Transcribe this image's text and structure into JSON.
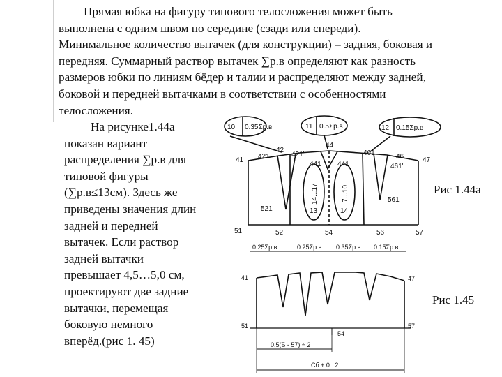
{
  "paragraph1": [
    "Прямая юбка на фигуру типового телосложения может быть",
    "выполнена с одним швом по середине (сзади или спереди).",
    "Минимальное количество вытачек (для конструкции) – задняя, боковая и",
    "передняя. Суммарный раствор вытачек ∑р.в определяют как разность",
    "размеров юбки по линиям бёдер и талии и распределяют между задней,",
    "боковой и передней вытачками в соответствии с особенностями",
    "телосложения."
  ],
  "paragraph2": [
    "На рисунке1.44а",
    "показан вариант",
    "распределения ∑р.в для",
    "типовой фигуры",
    "(∑р.в≤13см). Здесь же",
    "приведены значения длин",
    "задней и передней",
    "вытачек. Если раствор",
    "задней вытачки",
    "превышает 4,5…5,0 см,",
    "проектируют две задние",
    "вытачки, перемещая",
    "боковую немного",
    "вперёд.(рис 1. 45)"
  ],
  "captions": {
    "fig144": "Рис 1.44а",
    "fig145": "Рис 1.45"
  },
  "fig144": {
    "callouts": [
      {
        "num": "10",
        "formula": "0.35Σр.в"
      },
      {
        "num": "11",
        "formula": "0.5Σр.в"
      },
      {
        "num": "12",
        "formula": "0.15Σр.в"
      }
    ],
    "points": [
      "41",
      "421",
      "42",
      "421'",
      "44",
      "461",
      "46",
      "47",
      "441",
      "441",
      "461'",
      "13",
      "14",
      "521",
      "561",
      "51",
      "52",
      "54",
      "56",
      "57"
    ],
    "dart_lengths": [
      "14...17",
      "7...10"
    ]
  },
  "fig145": {
    "top_labels": [
      "0.25Σр.в",
      "0.25Σр.в",
      "0.35Σр.в",
      "0.15Σр.в"
    ],
    "points": [
      "41",
      "47",
      "51",
      "54",
      "57"
    ],
    "dim_labels": [
      "0.5(Б - 57) ÷ 2",
      "Сб + 0...2"
    ]
  }
}
